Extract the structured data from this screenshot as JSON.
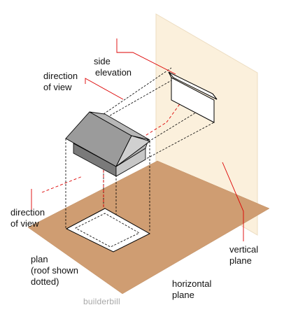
{
  "labels": {
    "side_elevation_1": "side",
    "side_elevation_2": "elevation",
    "direction_top_1": "direction",
    "direction_top_2": "of view",
    "direction_left_1": "direction",
    "direction_left_2": "of view",
    "plan_1": "plan",
    "plan_2": "(roof shown",
    "plan_3": "dotted)",
    "horizontal_1": "horizontal",
    "horizontal_2": "plane",
    "vertical_1": "vertical",
    "vertical_2": "plane",
    "watermark": "builderbill"
  },
  "colors": {
    "horizontal_plane": "#cf9d72",
    "vertical_plane": "#fbf0dc",
    "vertical_plane_edge": "#ecdcc0",
    "roof_top": "#9b9b9b",
    "roof_front": "#b7b7b7",
    "wall_side": "#7a7a7a",
    "wall_front": "#c7c7c7",
    "leader": "#dd0000",
    "projection": "#000000"
  }
}
